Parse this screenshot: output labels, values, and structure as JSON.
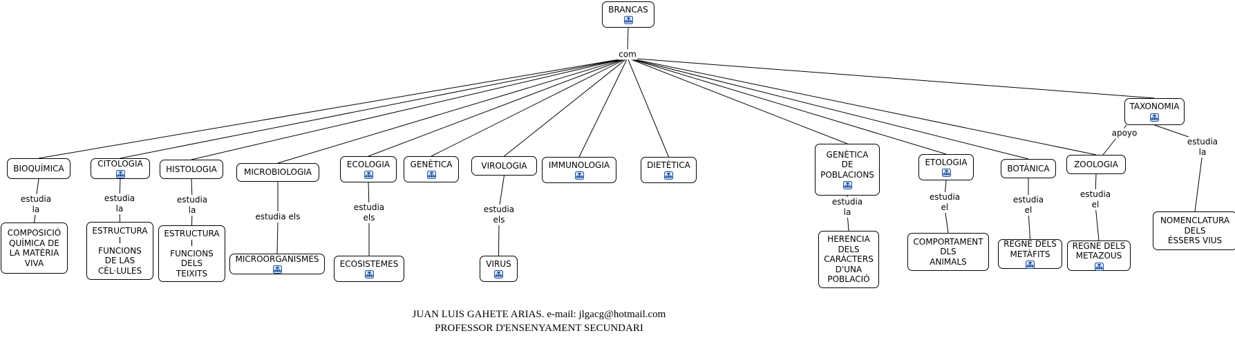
{
  "root": {
    "label": "BRANCAS",
    "has_icon": true
  },
  "hub_link": "com",
  "branches": [
    {
      "id": "bioquimica",
      "label": "BIOQUÍMICA",
      "has_icon": false,
      "link": "estudia\nla",
      "target": {
        "label": "COMPOSICIÓ\nQUÍMICA DE\nLA MATÈRIA\nVIVA",
        "has_icon": false
      }
    },
    {
      "id": "citologia",
      "label": "CITOLOGIA",
      "has_icon": true,
      "link": "estudia\nla",
      "target": {
        "label": "ESTRUCTURA\nI\nFUNCIONS\nDE LAS\nCÈL·LULES",
        "has_icon": false
      }
    },
    {
      "id": "histologia",
      "label": "HISTOLOGIA",
      "has_icon": false,
      "link": "estudia\nla",
      "target": {
        "label": "ESTRUCTURA\nI\nFUNCIONS\nDELS\nTEIXITS",
        "has_icon": false
      }
    },
    {
      "id": "microbiologia",
      "label": "MICROBIOLOGIA",
      "has_icon": false,
      "link": "estudia els",
      "target": {
        "label": "MICROORGANISMES",
        "has_icon": true
      }
    },
    {
      "id": "ecologia",
      "label": "ECOLOGIA",
      "has_icon": true,
      "link": "estudia\nels",
      "target": {
        "label": "ECOSISTEMES",
        "has_icon": true
      }
    },
    {
      "id": "genetica",
      "label": "GENÈTICA",
      "has_icon": true
    },
    {
      "id": "virologia",
      "label": "VIROLOGIA",
      "has_icon": false,
      "link": "estudia\nels",
      "target": {
        "label": "VIRUS",
        "has_icon": true
      }
    },
    {
      "id": "immunologia",
      "label": "IMMUNOLOGIA",
      "has_icon": true
    },
    {
      "id": "dietetica",
      "label": "DIETÈTICA",
      "has_icon": true
    },
    {
      "id": "genetica-poblacions",
      "label": "GENÈTICA\nDE\nPOBLACIONS",
      "has_icon": true,
      "link": "estudia\nla",
      "target": {
        "label": "HERENCIA\nDELS\nCARÀCTERS\nD'UNA\nPOBLACIÓ",
        "has_icon": false
      }
    },
    {
      "id": "etologia",
      "label": "ETOLOGIA",
      "has_icon": true,
      "link": "estudia\nel",
      "target": {
        "label": "COMPORTAMENT\nDLS\nANIMALS",
        "has_icon": false
      }
    },
    {
      "id": "botanica",
      "label": "BOTÀNICA",
      "has_icon": false,
      "link": "estudia\nel",
      "target": {
        "label": "REGNE DELS\nMETÀFITS",
        "has_icon": true
      }
    },
    {
      "id": "zoologia",
      "label": "ZOOLOGIA",
      "has_icon": false,
      "link": "estudia\nel",
      "target": {
        "label": "REGNE DELS\nMETAZOUS",
        "has_icon": true
      }
    },
    {
      "id": "taxonomia",
      "label": "TAXONOMIA",
      "has_icon": true,
      "link": "estudia\nla",
      "target": {
        "label": "NOMENCLATURA\nDELS\nÉSSERS VIUS",
        "has_icon": false
      }
    }
  ],
  "cross_link": {
    "from": "taxonomia",
    "to": "zoologia",
    "label": "apoyo"
  },
  "footer": {
    "line1": "JUAN LUIS GAHETE ARIAS. e-mail: jlgacg@hotmail.com",
    "line2": "PROFESSOR D'ENSENYAMENT SECUNDARI"
  }
}
